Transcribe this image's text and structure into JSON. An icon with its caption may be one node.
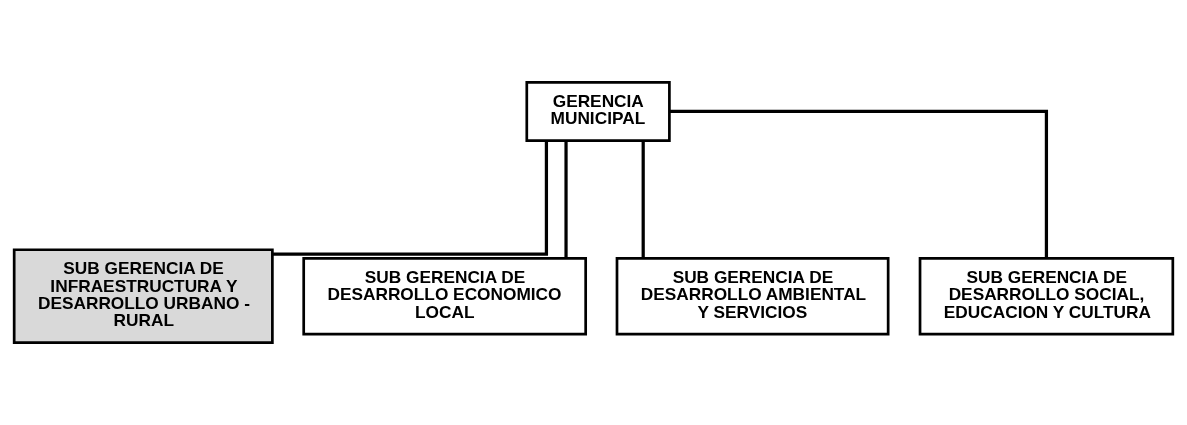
{
  "diagram": {
    "nodes": [
      {
        "text": [
          "GERENCIA MUNICIPAL"
        ]
      },
      {
        "text": [
          "SUB GERENCIA DE INFRAESTRUCTURA Y DESARROLLO URBANO - RURAL"
        ]
      },
      {
        "text": [
          "SUB GERENCIA DE DESARROLLO ECONOMICO LOCAL"
        ]
      },
      {
        "text": [
          "SUB GERENCIA DE DESARROLLO AMBIENTAL Y SERVICIOS"
        ]
      },
      {
        "text": [
          "SUB GERENCIA DE DESARROLLO SOCIAL, EDUCACION Y CULTURA"
        ]
      }
    ],
    "edges": [
      {
        "from": 0,
        "to": 1,
        "arrow": "none"
      },
      {
        "from": 0,
        "to": 2,
        "arrow": "none"
      },
      {
        "from": 0,
        "to": 3,
        "arrow": "none"
      },
      {
        "from": 0,
        "to": 4,
        "arrow": "none"
      }
    ]
  }
}
